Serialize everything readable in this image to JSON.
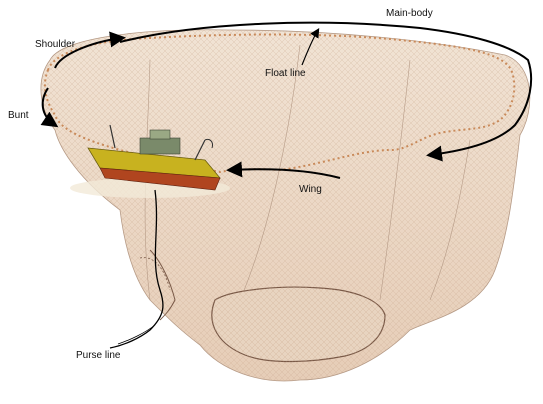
{
  "labels": {
    "main_body": "Main-body",
    "shoulder": "Shoulder",
    "float_line": "Float line",
    "bunt": "Bunt",
    "wing": "Wing",
    "purse_line": "Purse line"
  },
  "colors": {
    "net_fill": "#ecd9c6",
    "net_edge": "#b59a86",
    "float_line": "#c98a5a",
    "arrow": "#000000",
    "hull_yellow": "#c8b21f",
    "hull_red": "#b0451f",
    "superstructure": "#7a8a6a"
  },
  "icons": {
    "vessel": "purse-seiner-vessel-icon"
  }
}
